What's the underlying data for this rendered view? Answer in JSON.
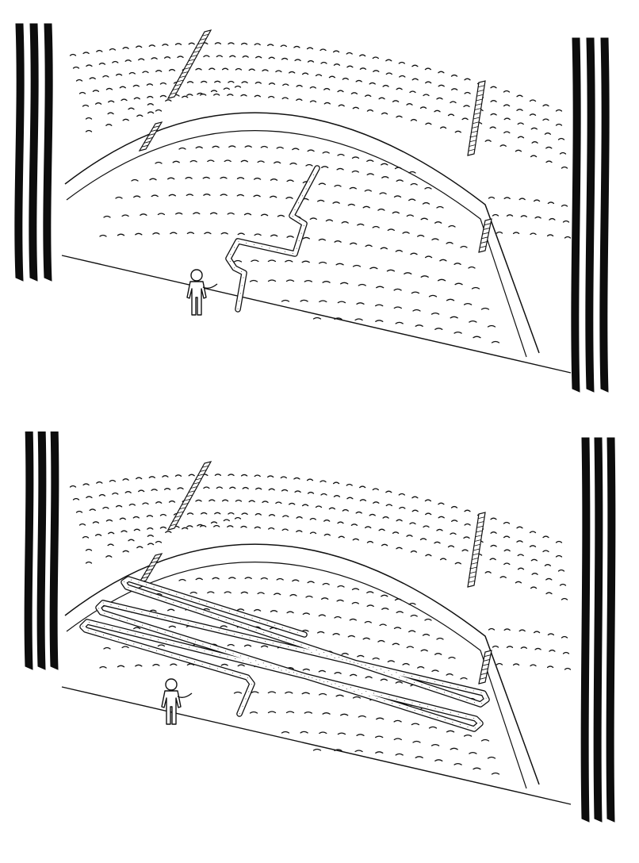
{
  "panels": [
    {
      "id": "top",
      "hose_style": "short-winding",
      "theme": {
        "ink": "#111111",
        "paper": "#ffffff",
        "curtain": "#0d0d0d"
      }
    },
    {
      "id": "bottom",
      "hose_style": "long-serpentine",
      "theme": {
        "ink": "#111111",
        "paper": "#ffffff",
        "curtain": "#0d0d0d"
      }
    }
  ]
}
